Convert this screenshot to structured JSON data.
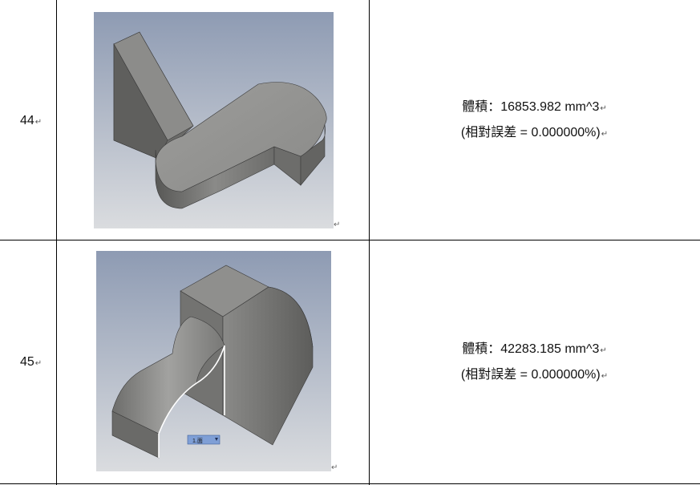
{
  "rows": [
    {
      "number": "44",
      "volume_label": "體積",
      "volume_value": "：16853.982 mm^3",
      "error_text": "(相對誤差 = 0.000000%)"
    },
    {
      "number": "45",
      "volume_label": "體積",
      "volume_value": "：42283.185 mm^3",
      "error_text": "(相對誤差 = 0.000000%)",
      "dimension_input": "1.面"
    }
  ],
  "paragraph_mark": "↵",
  "colors": {
    "viewport_top": "#8e9bb3",
    "viewport_bottom": "#d9dcdf",
    "solid_light": "#9a9a98",
    "solid_mid": "#7d7d7b",
    "solid_dark": "#5f5f5e",
    "table_line": "#000000"
  }
}
